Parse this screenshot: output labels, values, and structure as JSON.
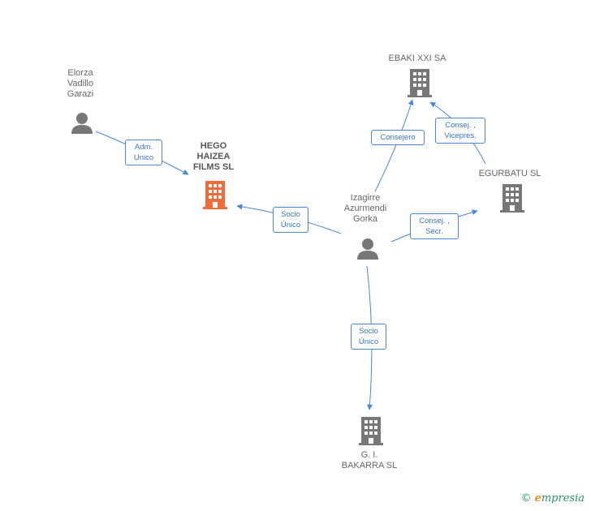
{
  "nodes": {
    "elorza": {
      "label": "Elorza\nVadillo\nGarazi",
      "type": "person"
    },
    "hego": {
      "label": "HEGO\nHAIZEA\nFILMS  SL",
      "type": "company-highlight"
    },
    "ebaki": {
      "label": "EBAKI XXI SA",
      "type": "company"
    },
    "egurbatu": {
      "label": "EGURBATU  SL",
      "type": "company"
    },
    "izagirre": {
      "label": "Izagirre\nAzurmendi\nGorka",
      "type": "person"
    },
    "bakarra": {
      "label": "G. I.\nBAKARRA  SL",
      "type": "company"
    }
  },
  "edges": {
    "elorza_hego": {
      "label": "Adm.\nUnico"
    },
    "izagirre_hego": {
      "label": "Socio\nÚnico"
    },
    "izagirre_ebaki": {
      "label": "Consejero"
    },
    "egurbatu_ebaki": {
      "label": "Consej. ,\nVicepres."
    },
    "izagirre_egurbatu": {
      "label": "Consej. ,\nSecr."
    },
    "izagirre_bakarra": {
      "label": "Socio\nÚnico"
    }
  },
  "colors": {
    "edge": "#4a86d4",
    "node_icon": "#777777",
    "highlight_icon": "#f26b3a"
  },
  "footer": {
    "copyright": "©",
    "brand_first": "e",
    "brand_rest": "mpresia"
  }
}
